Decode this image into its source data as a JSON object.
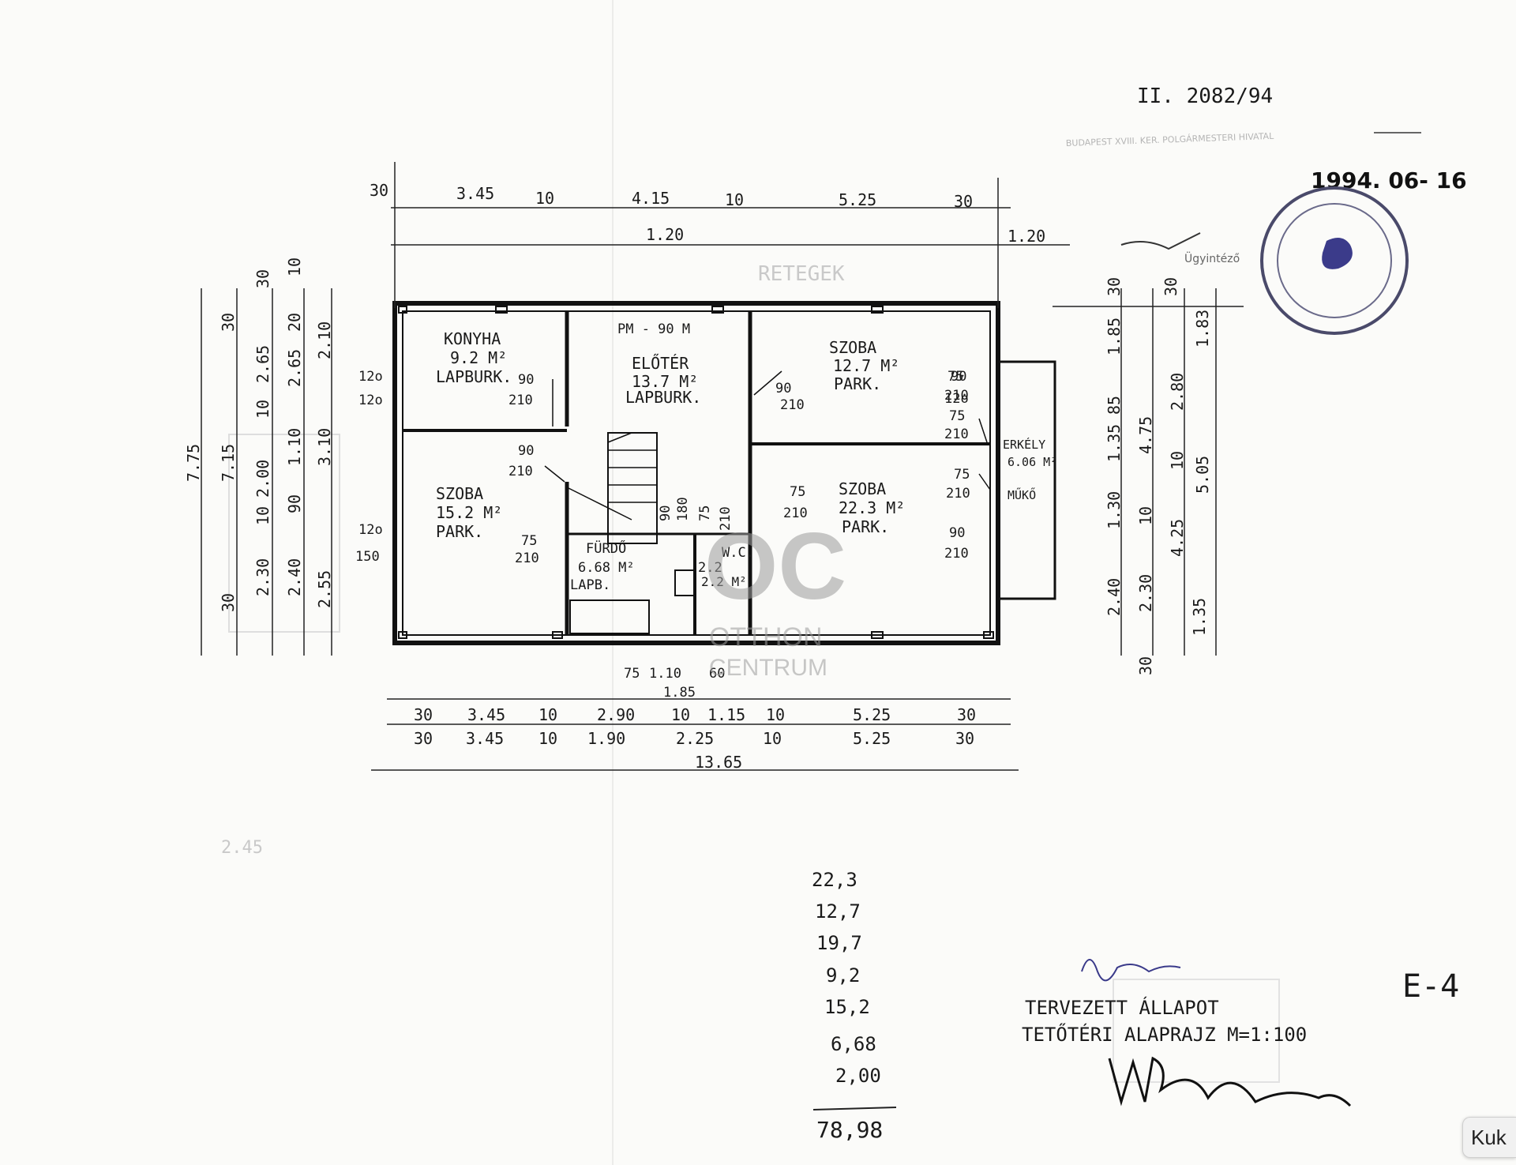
{
  "rooms": [
    {
      "name": "KONYHA",
      "area": "9.2 M²",
      "floor": "LAPBURK."
    },
    {
      "name": "ELŐTÉR",
      "area": "13.7 M²",
      "floor": "LAPBURK."
    },
    {
      "name": "SZOBA",
      "area": "12.7 M²",
      "floor": "PARK."
    },
    {
      "name": "SZOBA",
      "area": "15.2 M²",
      "floor": "PARK."
    },
    {
      "name": "SZOBA",
      "area": "22.3 M²",
      "floor": "PARK."
    },
    {
      "name": "FÜRDŐ",
      "area": "6.68 M²",
      "floor": "LAPB."
    },
    {
      "name": "W.C.",
      "area": "2.2 M²",
      "floor": ""
    },
    {
      "name": "ERKÉLY",
      "area": "6.06 M²",
      "floor": "MŰKŐ"
    }
  ],
  "stair_label": "PM - 90 M",
  "top_dims": [
    "30",
    "3.45",
    "10",
    "4.15",
    "10",
    "5.25",
    "30"
  ],
  "top_dims2": [
    "1.20",
    "1.20"
  ],
  "bottom_row1": [
    "30",
    "3.45",
    "10",
    "2.90",
    "10",
    "1.15",
    "10",
    "5.25",
    "30"
  ],
  "bottom_row2": [
    "30",
    "3.45",
    "10",
    "1.90",
    "2.25",
    "10",
    "5.25",
    "30"
  ],
  "bottom_total": "13.65",
  "bottom_small": [
    "75",
    "1.10",
    "1.85",
    "60"
  ],
  "left_dims": [
    "7.75",
    "7.15",
    "30",
    "2.65",
    "10",
    "2.00",
    "10",
    "2.30",
    "30",
    "30",
    "2.65",
    "20",
    "1.10",
    "90",
    "2.40",
    "10",
    "2.10",
    "3.10",
    "2.55"
  ],
  "right_dims": [
    "30",
    "30",
    "1.85",
    "1.35",
    "1.30",
    "2.40",
    "85",
    "4.75",
    "10",
    "2.30",
    "30",
    "2.80",
    "10",
    "4.25",
    "1.35",
    "1.83",
    "5.05"
  ],
  "door_labels": [
    "12o",
    "12o",
    "90",
    "210",
    "90",
    "210",
    "90",
    "210",
    "12o",
    "150",
    "75",
    "210",
    "75",
    "210",
    "75",
    "210",
    "90",
    "12o",
    "75",
    "210",
    "75",
    "210",
    "90",
    "210",
    "90",
    "180",
    "75",
    "210",
    "2.2"
  ],
  "stamp": {
    "reg": "II. 2082/94",
    "date": "1994. 06- 16",
    "ugyintezo": "Ügyintéző",
    "ring": "BUDAPEST XVIII. KER. POLGÁRMESTERI HIVATAL"
  },
  "watermark": {
    "mark": "OC",
    "line1": "OTTHON",
    "line2": "CENTRUM"
  },
  "area_list": [
    "22,3",
    "12,7",
    "19,7",
    "9,2",
    "15,2",
    "6,68",
    "2,00"
  ],
  "area_total": "78,98",
  "sheet_code": "E-4",
  "title1": "TERVEZETT ÁLLAPOT",
  "title2": "TETŐTÉRI ALAPRAJZ  M=1:100",
  "cookie_tab": "Kuk"
}
